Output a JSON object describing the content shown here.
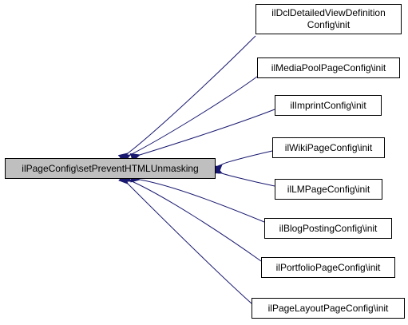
{
  "diagram": {
    "root": {
      "label": "ilPageConfig\\setPreventHTMLUnmasking",
      "fill_color": "#bfbfbf"
    },
    "callers": [
      {
        "line1": "ilDclDetailedViewDefinition",
        "line2": "Config\\init"
      },
      {
        "line1": "ilMediaPoolPageConfig\\init",
        "line2": ""
      },
      {
        "line1": "ilImprintConfig\\init",
        "line2": ""
      },
      {
        "line1": "ilWikiPageConfig\\init",
        "line2": ""
      },
      {
        "line1": "ilLMPageConfig\\init",
        "line2": ""
      },
      {
        "line1": "ilBlogPostingConfig\\init",
        "line2": ""
      },
      {
        "line1": "ilPortfolioPageConfig\\init",
        "line2": ""
      },
      {
        "line1": "ilPageLayoutPageConfig\\init",
        "line2": ""
      }
    ],
    "edge_color": "#191970",
    "node_border_color": "#000000"
  }
}
